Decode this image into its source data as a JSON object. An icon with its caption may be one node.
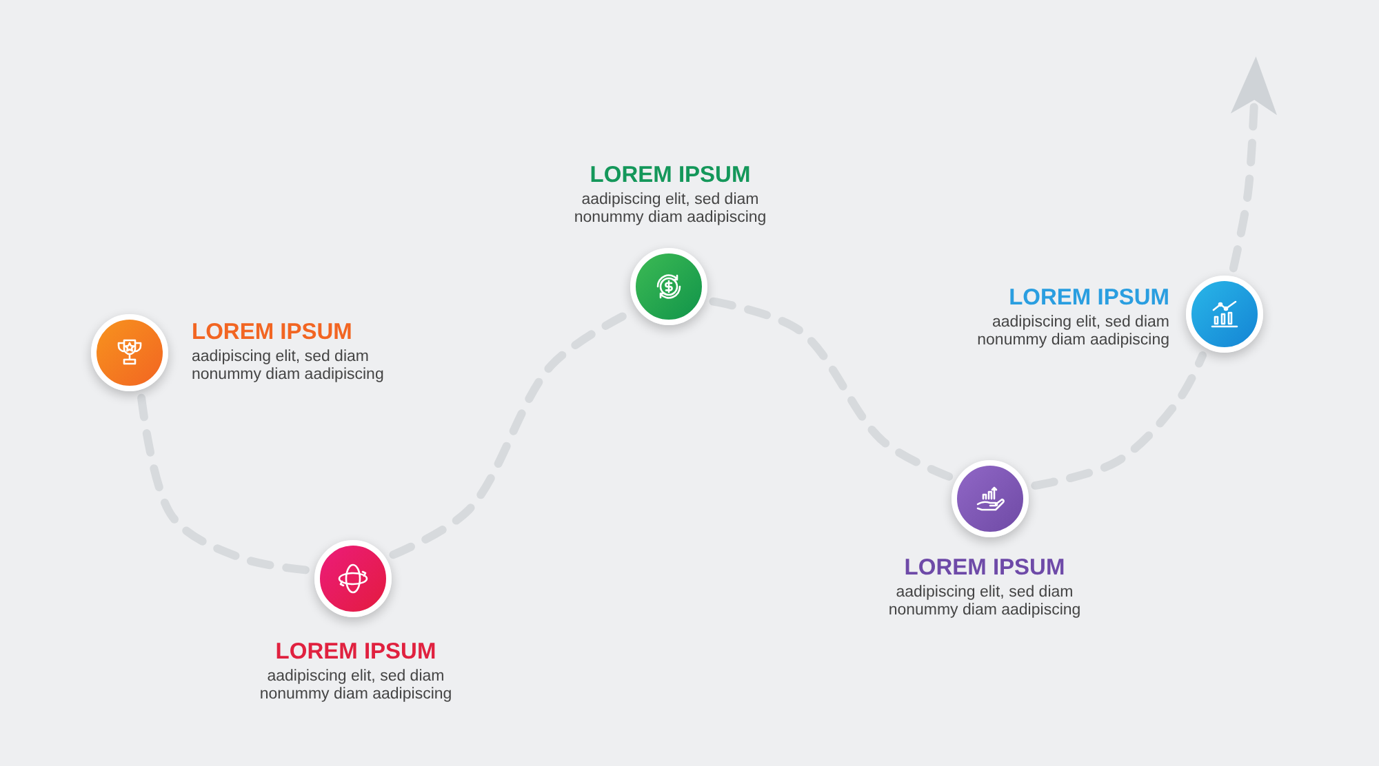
{
  "diagram": {
    "nodes": [
      {
        "text": [
          "LOREM IPSUM",
          "aadipiscing elit, sed diam nonummy diam aadipiscing"
        ]
      },
      {
        "text": [
          "LOREM IPSUM",
          "aadipiscing elit, sed diam nonummy diam aadipiscing"
        ]
      },
      {
        "text": [
          "LOREM IPSUM",
          "aadipiscing elit, sed diam nonummy diam aadipiscing"
        ]
      },
      {
        "text": [
          "LOREM IPSUM",
          "aadipiscing elit, sed diam nonummy diam aadipiscing"
        ]
      },
      {
        "text": [
          "LOREM IPSUM",
          "aadipiscing elit, sed diam nonummy diam aadipiscing"
        ]
      }
    ],
    "edges": [
      {
        "from": 0,
        "to": 1,
        "arrow": "none",
        "style": "dashed"
      },
      {
        "from": 1,
        "to": 2,
        "arrow": "none",
        "style": "dashed"
      },
      {
        "from": 2,
        "to": 3,
        "arrow": "none",
        "style": "dashed"
      },
      {
        "from": 3,
        "to": 4,
        "arrow": "none",
        "style": "dashed"
      },
      {
        "from": 4,
        "to": null,
        "arrow": "to",
        "style": "dashed"
      }
    ]
  }
}
